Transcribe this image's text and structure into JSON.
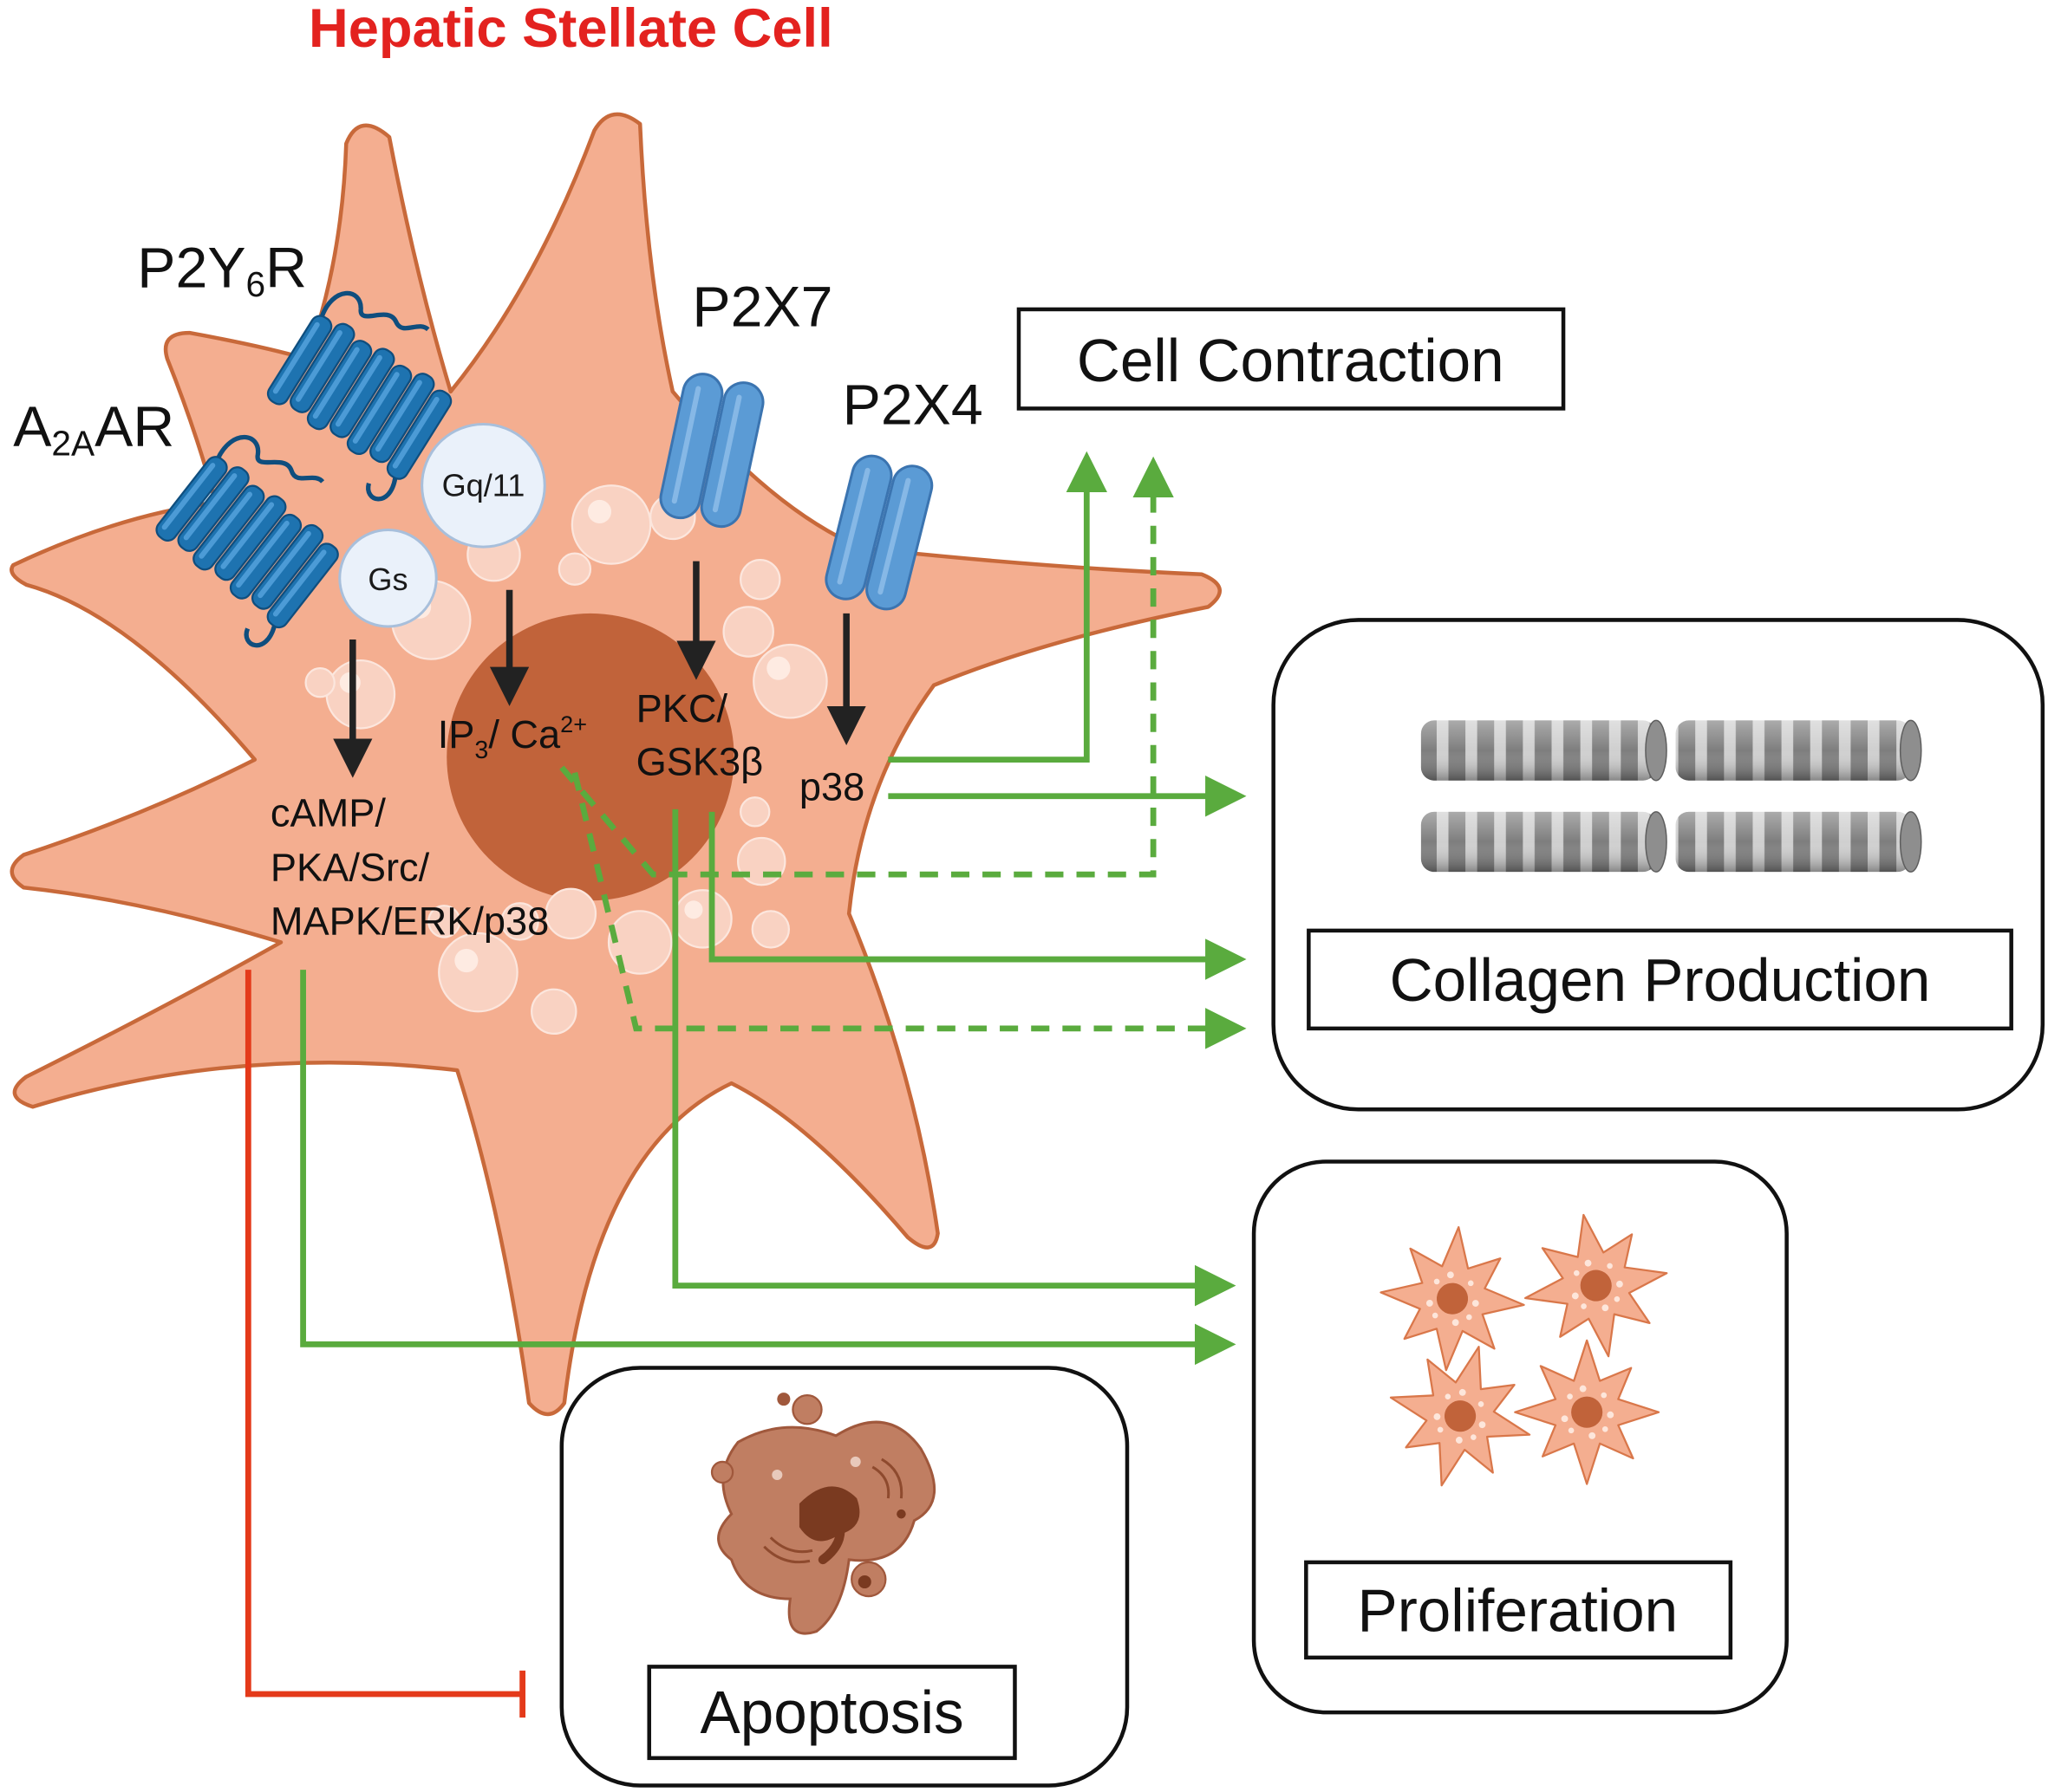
{
  "title": "Hepatic Stellate Cell",
  "receptors": {
    "p2y6r": {
      "main": "P2Y",
      "sub": "6",
      "tail": "R"
    },
    "a2aar": {
      "main": "A",
      "sub": "2A",
      "tail": "AR"
    },
    "p2x7": "P2X7",
    "p2x4": "P2X4"
  },
  "g_proteins": {
    "gs": "Gs",
    "gq11": "Gq/11"
  },
  "mediators": {
    "ip3_ca": {
      "a": "IP",
      "a_sub": "3",
      "b": "/ Ca",
      "b_sup": "2+"
    },
    "pkc_gsk3b": [
      "PKC/",
      "GSK3β"
    ],
    "p38": "p38",
    "camp_pathway": [
      "cAMP/",
      "PKA/Src/",
      "MAPK/ERK/p38"
    ]
  },
  "outcomes": {
    "cell_contraction": "Cell Contraction",
    "collagen_production": "Collagen Production",
    "proliferation": "Proliferation",
    "apoptosis": "Apoptosis"
  },
  "colors": {
    "title_red": "#E3221F",
    "activation_green": "#5AAB3E",
    "inhibition_red": "#E43A1A",
    "cell_fill": "#F4AE90",
    "cell_stroke": "#C8693A",
    "nucleus": "#C1633A",
    "receptor_blue": "#1E73B0",
    "channel_blue": "#5B9BD5"
  }
}
